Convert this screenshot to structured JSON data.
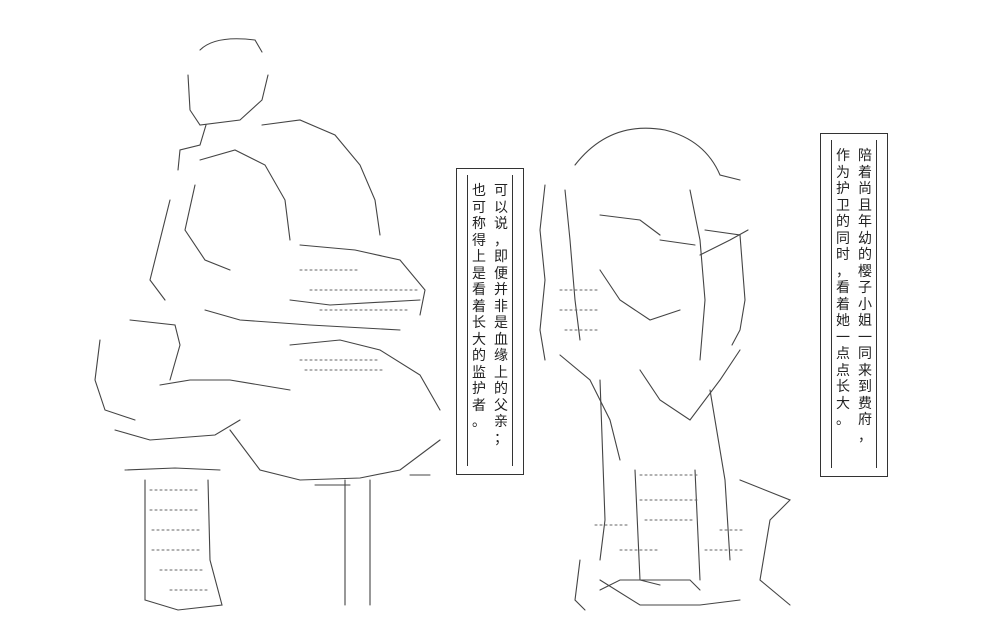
{
  "speech_left": {
    "columns": [
      "可以说，即便并非是血缘上的父亲；",
      "也可称得上是看着长大的监护者。"
    ]
  },
  "speech_right": {
    "columns": [
      "陪着尚且年幼的樱子小姐一同来到费府，",
      "作为护卫的同时，看着她一点点长大。"
    ]
  }
}
